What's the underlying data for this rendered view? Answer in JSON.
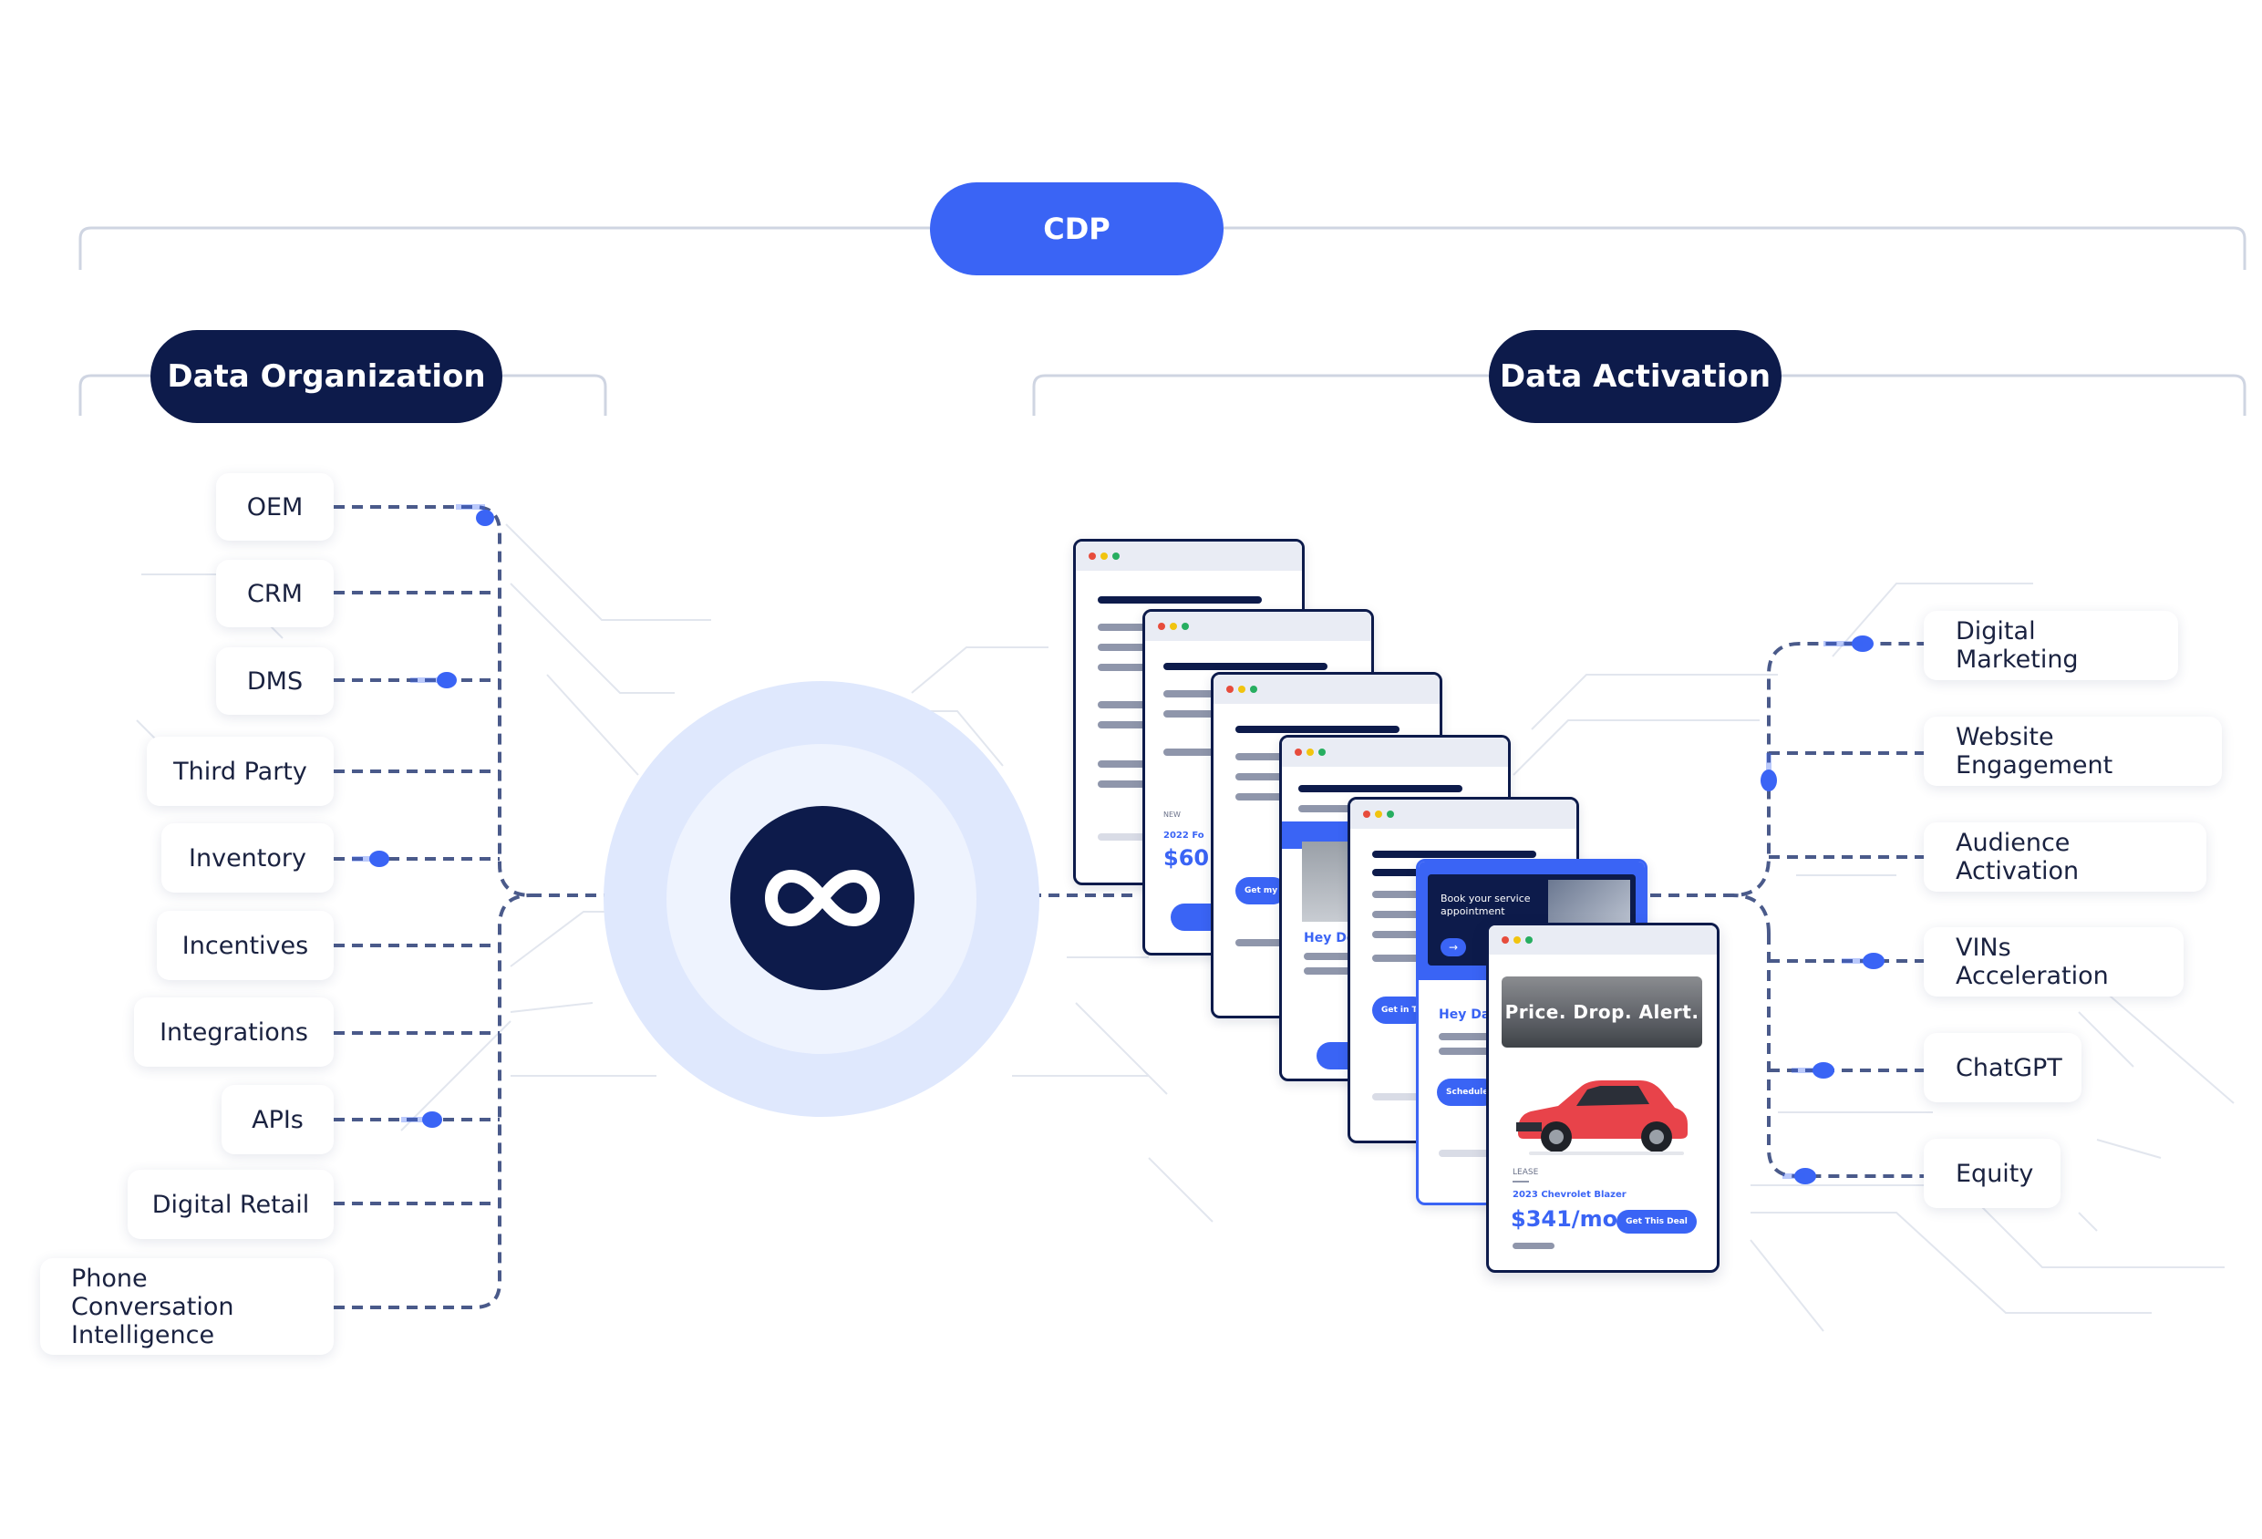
{
  "header": {
    "cdp_label": "CDP"
  },
  "sections": {
    "organization_label": "Data Organization",
    "activation_label": "Data Activation"
  },
  "sources": [
    "OEM",
    "CRM",
    "DMS",
    "Third Party",
    "Inventory",
    "Incentives",
    "Integrations",
    "APIs",
    "Digital Retail",
    "Phone Conversation Intelligence"
  ],
  "outputs": [
    "Digital Marketing",
    "Website Engagement",
    "Audience Activation",
    "VINs Acceleration",
    "ChatGPT",
    "Equity"
  ],
  "hub": {
    "icon": "infinity-icon"
  },
  "windows": {
    "w2_tag": "NEW",
    "w2_model": "2022 Fo",
    "w2_price": "$60",
    "w3_btn": "Get my",
    "w4_greet": "Hey Do",
    "w5_btn": "Get in T",
    "w6_headline": "Book your service appointment",
    "w6_greet": "Hey Da",
    "w6_btn": "Schedule",
    "front": {
      "banner": "Price. Drop. Alert.",
      "tag": "LEASE",
      "model": "2023 Chevrolet Blazer",
      "price": "$341/mo",
      "button": "Get This Deal"
    }
  },
  "colors": {
    "brand_blue": "#3a64f5",
    "navy": "#0d1b4b",
    "ring_light": "#dfe8fd",
    "connector": "#4a5a8a"
  }
}
